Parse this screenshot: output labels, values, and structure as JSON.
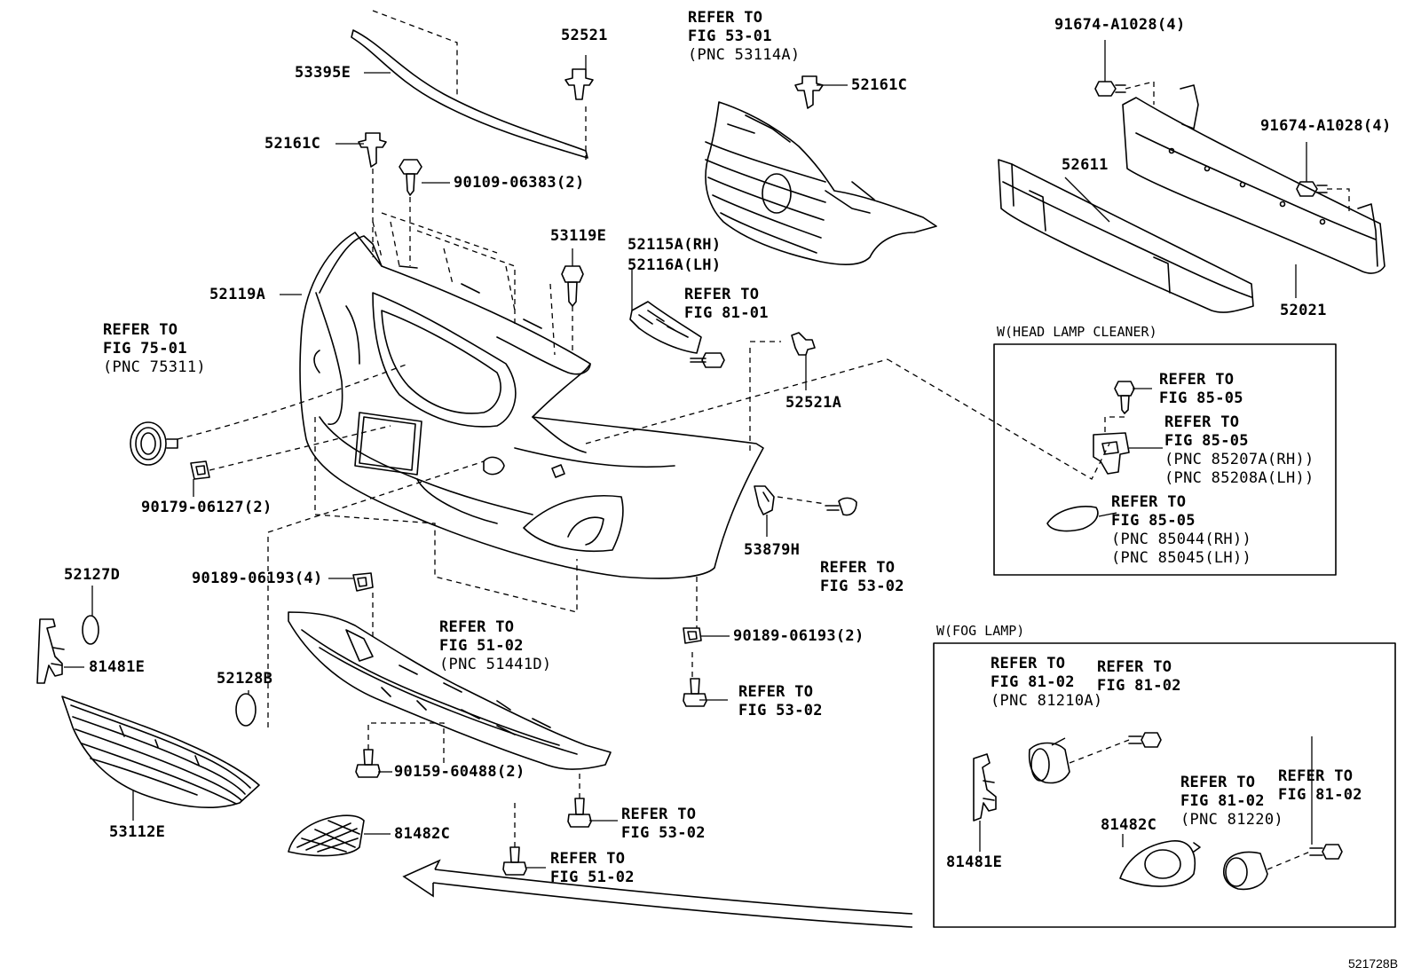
{
  "insets": {
    "head_lamp_cleaner": "W(HEAD LAMP CLEANER)",
    "fog_lamp": "W(FOG LAMP)"
  },
  "labels": {
    "p53395E": "53395E",
    "p52521": "52521",
    "p52161C_left": "52161C",
    "p90109": "90109-06383(2)",
    "p53119E": "53119E",
    "p52119A": "52119A",
    "p90179": "90179-06127(2)",
    "p90189_4": "90189-06193(4)",
    "p52127D": "52127D",
    "p81481E_left": "81481E",
    "p52128B": "52128B",
    "p53112E": "53112E",
    "p81482C_left": "81482C",
    "p90159": "90159-60488(2)",
    "p52115A": "52115A(RH)",
    "p52116A": "52116A(LH)",
    "p52521A": "52521A",
    "p53879H": "53879H",
    "p90189_2": "90189-06193(2)",
    "p52161C_right": "52161C",
    "p91674_top": "91674-A1028(4)",
    "p91674_right": "91674-A1028(4)",
    "p52611": "52611",
    "p52021": "52021",
    "p81481E_fog": "81481E",
    "p81482C_fog": "81482C",
    "code": "521728B"
  },
  "refs": {
    "r5301": {
      "l1": "REFER TO",
      "l2": "FIG 53-01",
      "l3": "(PNC 53114A)"
    },
    "r7501": {
      "l1": "REFER TO",
      "l2": "FIG 75-01",
      "l3": "(PNC 75311)"
    },
    "r8101_top": {
      "l1": "REFER TO",
      "l2": "FIG 81-01"
    },
    "r5302_a": {
      "l1": "REFER TO",
      "l2": "FIG 53-02"
    },
    "r5302_b": {
      "l1": "REFER TO",
      "l2": "FIG 53-02"
    },
    "r5302_c": {
      "l1": "REFER TO",
      "l2": "FIG 53-02"
    },
    "r5102_a": {
      "l1": "REFER TO",
      "l2": "FIG 51-02",
      "l3": "(PNC 51441D)"
    },
    "r5102_b": {
      "l1": "REFER TO",
      "l2": "FIG 51-02"
    },
    "r8505_a": {
      "l1": "REFER TO",
      "l2": "FIG 85-05"
    },
    "r8505_b": {
      "l1": "REFER TO",
      "l2": "FIG 85-05",
      "l3": "(PNC 85207A(RH))",
      "l4": "(PNC 85208A(LH))"
    },
    "r8505_c": {
      "l1": "REFER TO",
      "l2": "FIG 85-05",
      "l3": "(PNC 85044(RH))",
      "l4": "(PNC 85045(LH))"
    },
    "r8102_a": {
      "l1": "REFER TO",
      "l2": "FIG 81-02",
      "l3": "(PNC 81210A)"
    },
    "r8102_b": {
      "l1": "REFER TO",
      "l2": "FIG 81-02"
    },
    "r8102_c": {
      "l1": "REFER TO",
      "l2": "FIG 81-02",
      "l3": "(PNC 81220)"
    },
    "r8102_d": {
      "l1": "REFER TO",
      "l2": "FIG 81-02"
    }
  }
}
